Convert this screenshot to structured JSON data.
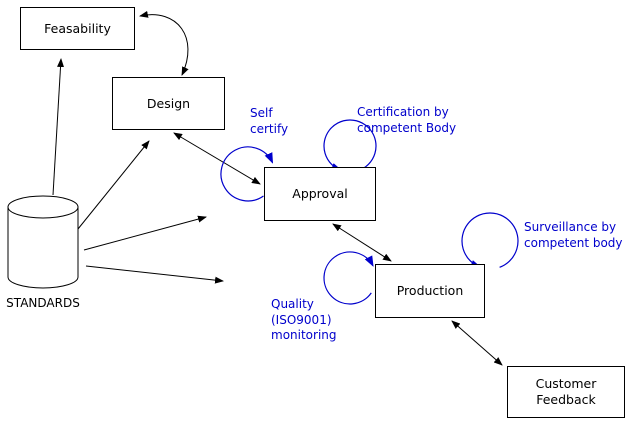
{
  "diagram": {
    "boxes": {
      "feasability": "Feasability",
      "design": "Design",
      "approval": "Approval",
      "production": "Production",
      "customer_feedback": "Customer\nFeedback"
    },
    "standards": {
      "label": "STANDARDS"
    },
    "annotations": {
      "self_certify": "Self\ncertify",
      "certification": "Certification by\ncompetent Body",
      "surveillance": "Surveillance by\ncompetent body",
      "quality_monitoring": "Quality\n(ISO9001)\nmonitoring"
    },
    "colors": {
      "annotation_blue": "#0000cc",
      "line_black": "#000000",
      "background": "#ffffff"
    }
  }
}
